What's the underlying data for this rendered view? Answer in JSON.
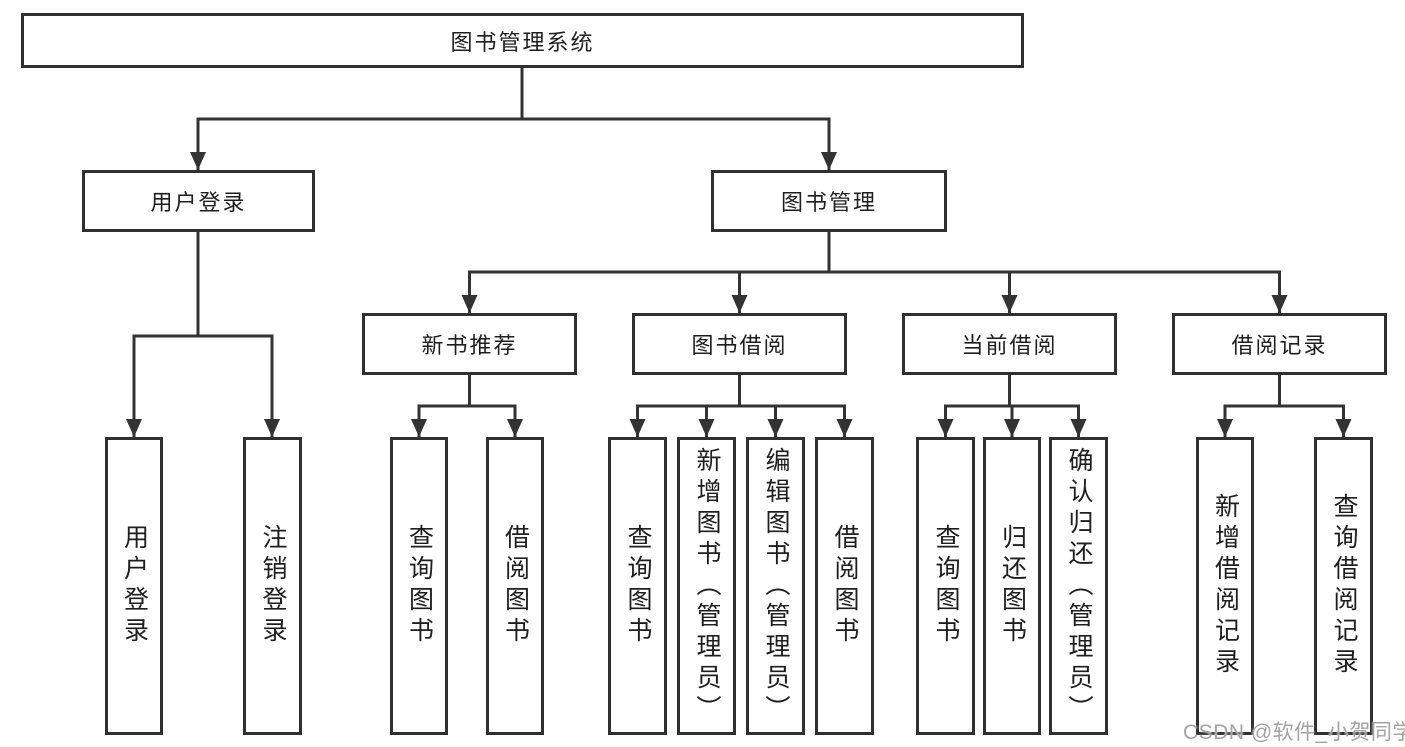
{
  "colors": {
    "line": "#333333",
    "box_border": "#303030",
    "text": "#1e1e1e",
    "watermark": "#a3a3a3",
    "background": "#ffffff"
  },
  "watermark": {
    "text": "CSDN @软件_小贺同学"
  },
  "diagram": {
    "type": "hierarchy-tree",
    "root": {
      "label": "图书管理系统"
    },
    "branches": [
      {
        "label": "用户登录",
        "children": [
          {
            "label": "用户登录"
          },
          {
            "label": "注销登录"
          }
        ]
      },
      {
        "label": "图书管理",
        "groups": [
          {
            "label": "新书推荐",
            "children": [
              {
                "label": "查询图书"
              },
              {
                "label": "借阅图书"
              }
            ]
          },
          {
            "label": "图书借阅",
            "children": [
              {
                "label": "查询图书"
              },
              {
                "label": "新增图书（管理员）"
              },
              {
                "label": "编辑图书（管理员）"
              },
              {
                "label": "借阅图书"
              }
            ]
          },
          {
            "label": "当前借阅",
            "children": [
              {
                "label": "查询图书"
              },
              {
                "label": "归还图书"
              },
              {
                "label": "确认归还（管理员）"
              }
            ]
          },
          {
            "label": "借阅记录",
            "children": [
              {
                "label": "新增借阅记录"
              },
              {
                "label": "查询借阅记录"
              }
            ]
          }
        ]
      }
    ]
  }
}
